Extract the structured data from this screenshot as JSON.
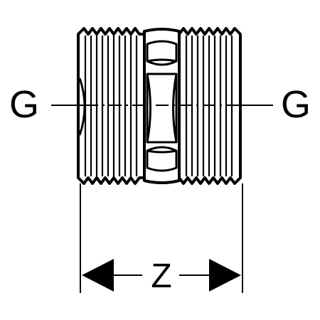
{
  "labels": {
    "thread_left": "G",
    "thread_right": "G",
    "length": "Z"
  },
  "colors": {
    "line": "#000000",
    "background": "#ffffff",
    "thread_fill": "#ffffff",
    "hex_fill": "#ffffff"
  }
}
